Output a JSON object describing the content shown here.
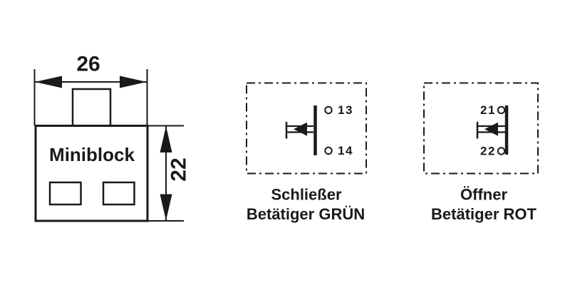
{
  "colors": {
    "ink": "#1a1a1a",
    "background": "#ffffff"
  },
  "miniblock": {
    "label": "Miniblock",
    "width_dim_label": "26",
    "height_dim_label": "22"
  },
  "schliesser": {
    "terminal_top": "13",
    "terminal_bottom": "14",
    "caption_line1": "Schließer",
    "caption_line2": "Betätiger GRÜN"
  },
  "oeffner": {
    "terminal_top": "21",
    "terminal_bottom": "22",
    "caption_line1": "Öffner",
    "caption_line2": "Betätiger ROT"
  }
}
